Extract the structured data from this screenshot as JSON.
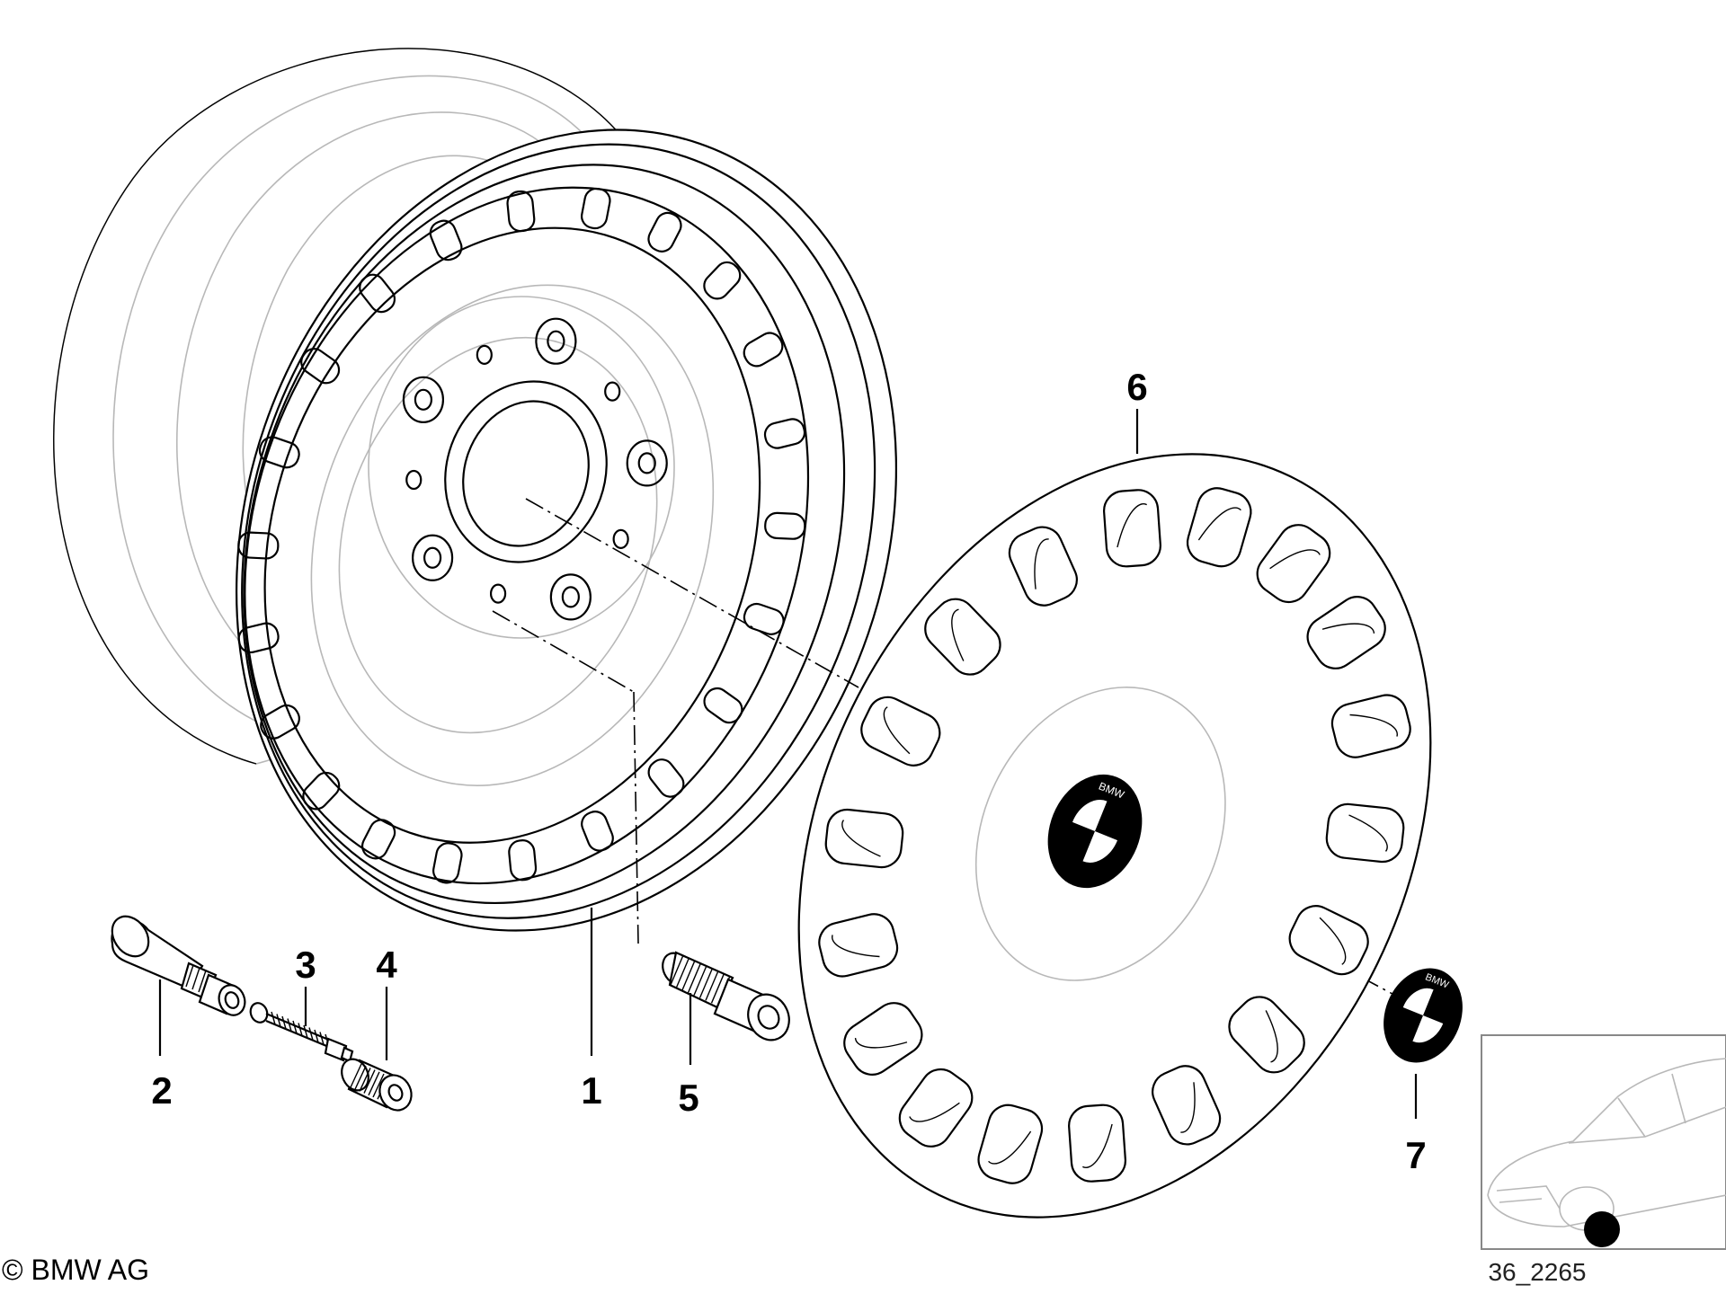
{
  "parts": [
    {
      "number": "1",
      "name": "steel-wheel"
    },
    {
      "number": "2",
      "name": "tire-valve"
    },
    {
      "number": "3",
      "name": "valve-core"
    },
    {
      "number": "4",
      "name": "valve-cap"
    },
    {
      "number": "5",
      "name": "wheel-bolt"
    },
    {
      "number": "6",
      "name": "wheel-trim-cover"
    },
    {
      "number": "7",
      "name": "emblem"
    }
  ],
  "copyright": "© BMW AG",
  "diagram_id": "36_2265",
  "emblem_letters": "BMW",
  "colors": {
    "line": "#000000",
    "hidden_line": "#b8b8b8",
    "background": "#ffffff"
  }
}
